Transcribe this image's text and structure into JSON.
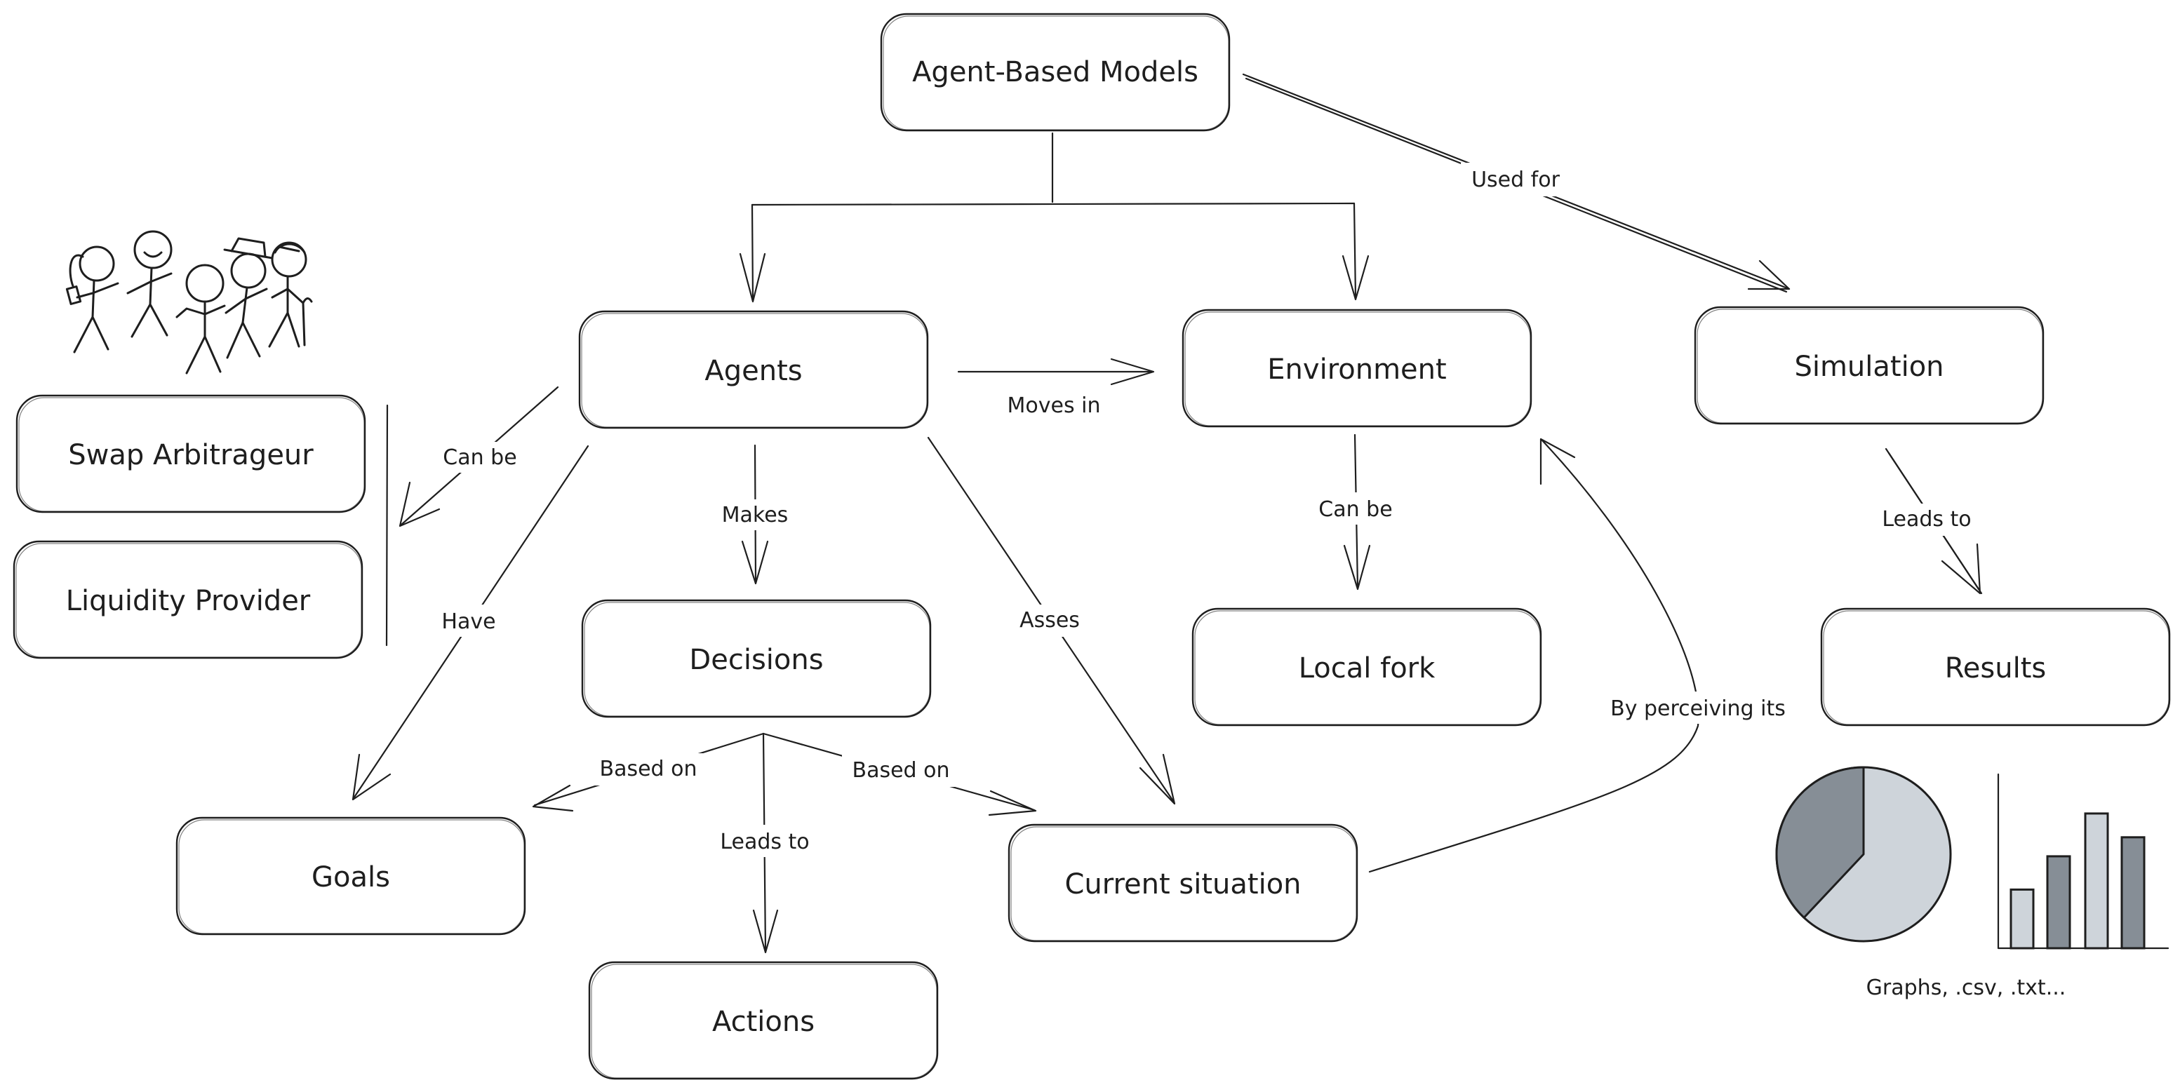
{
  "nodes": {
    "agent_based_models": "Agent-Based Models",
    "agents": "Agents",
    "environment": "Environment",
    "simulation": "Simulation",
    "swap_arbitrageur": "Swap Arbitrageur",
    "liquidity_provider": "Liquidity Provider",
    "decisions": "Decisions",
    "local_fork": "Local fork",
    "results": "Results",
    "goals": "Goals",
    "current_situation": "Current situation",
    "actions": "Actions"
  },
  "edges": {
    "used_for": "Used for",
    "moves_in": "Moves in",
    "can_be_agents": "Can be",
    "makes": "Makes",
    "have": "Have",
    "asses": "Asses",
    "can_be_environment": "Can be",
    "leads_to_results": "Leads to",
    "by_perceiving_its": "By perceiving its",
    "based_on_goals": "Based on",
    "based_on_situation": "Based on",
    "leads_to_actions": "Leads to"
  },
  "results_caption": "Graphs, .csv, .txt...",
  "icons": {
    "people": "stick-figures-group",
    "pie": "pie-chart-icon",
    "bars": "bar-chart-icon"
  },
  "colors": {
    "stroke": "#1e1e1e",
    "chart_dark": "#868e96",
    "chart_light": "#ced4da"
  },
  "pie_share_dark": 0.38,
  "bar_levels": [
    0.37,
    0.58,
    0.85,
    0.7
  ]
}
